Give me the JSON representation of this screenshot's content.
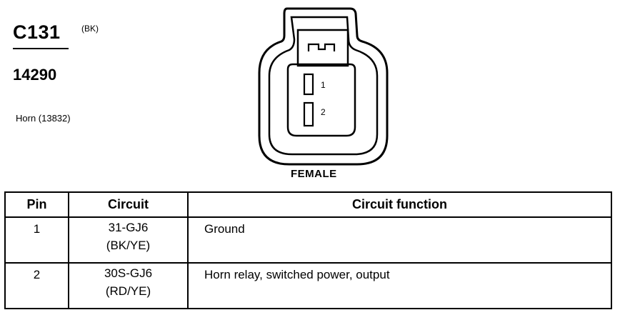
{
  "connector": {
    "id": "C131",
    "color_code": "(BK)",
    "part_number": "14290",
    "component": "Horn (13832)",
    "gender": "FEMALE",
    "pin_labels": [
      "1",
      "2"
    ]
  },
  "table": {
    "headers": {
      "pin": "Pin",
      "circuit": "Circuit",
      "function": "Circuit function"
    },
    "rows": [
      {
        "pin": "1",
        "circuit": "31-GJ6",
        "color": "(BK/YE)",
        "function": "Ground"
      },
      {
        "pin": "2",
        "circuit": "30S-GJ6",
        "color": "(RD/YE)",
        "function": "Horn relay, switched power, output"
      }
    ]
  }
}
